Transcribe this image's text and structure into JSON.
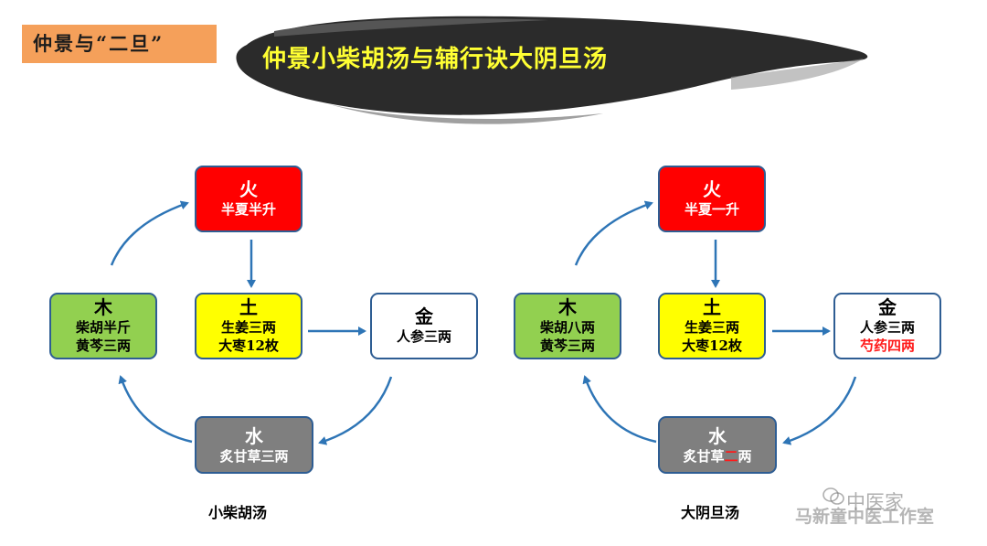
{
  "header": {
    "tag": "仲景与“二旦”",
    "title": "仲景小柴胡汤与辅行诀大阴旦汤"
  },
  "left": {
    "caption": "小柴胡汤",
    "fire": {
      "element": "火",
      "lines": [
        "半夏半升"
      ]
    },
    "earth": {
      "element": "土",
      "lines": [
        "生姜三两",
        "大枣12枚"
      ]
    },
    "wood": {
      "element": "木",
      "lines": [
        "柴胡半斤",
        "黄芩三两"
      ]
    },
    "metal": {
      "element": "金",
      "lines": [
        "人参三两"
      ]
    },
    "water": {
      "element": "水",
      "lines": [
        "炙甘草三两"
      ]
    }
  },
  "right": {
    "caption": "大阴旦汤",
    "fire": {
      "element": "火",
      "line_a": "半夏",
      "line_b": "一升"
    },
    "earth": {
      "element": "土",
      "lines": [
        "生姜三两",
        "大枣12枚"
      ]
    },
    "wood": {
      "element": "木",
      "lines": [
        "柴胡八两",
        "黄芩三两"
      ]
    },
    "metal": {
      "element": "金",
      "lines": [
        "人参三两",
        "芍药四两"
      ]
    },
    "water": {
      "element": "水",
      "line_a": "炙甘草",
      "line_b": "二",
      "line_c": "两"
    }
  },
  "watermark": {
    "brand": "中医家",
    "studio": "马新童中医工作室"
  },
  "colors": {
    "fire": "#ff0000",
    "earth": "#ffff00",
    "wood": "#92d050",
    "metal": "#ffffff",
    "water": "#7f7f7f",
    "arrow": "#2e75b6",
    "tag": "#f5a05a",
    "banner_text": "#ffff33",
    "highlight": "#ff1a1a"
  }
}
